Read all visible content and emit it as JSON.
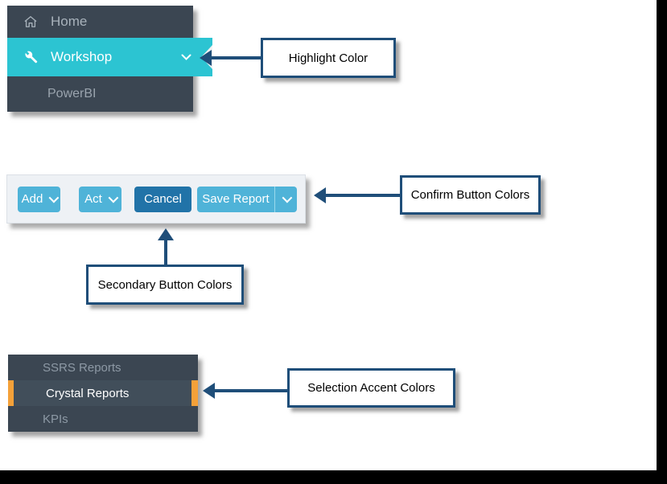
{
  "colors": {
    "sidebar_background": "#3b4652",
    "highlight": "#2cc4d2",
    "secondary_button": "#4fb3d8",
    "confirm_button": "#2173a8",
    "selection_accent": "#f4a139",
    "annotation_navy": "#1f4e79",
    "toolbar_background": "#eef1f5",
    "selected_row_background": "#414e5a"
  },
  "sidebar": {
    "items": [
      {
        "label": "Home",
        "icon": "home-icon"
      },
      {
        "label": "Workshop",
        "icon": "wrench-icon",
        "highlighted": true
      },
      {
        "label": "PowerBI",
        "indented": true
      }
    ]
  },
  "toolbar": {
    "add_label": "Add",
    "act_label": "Act",
    "cancel_label": "Cancel",
    "save_label": "Save Report"
  },
  "report_list": {
    "items": [
      {
        "label": "SSRS Reports"
      },
      {
        "label": "Crystal Reports",
        "selected": true
      },
      {
        "label": "KPIs"
      }
    ]
  },
  "annotations": {
    "highlight_label": "Highlight Color",
    "confirm_label": "Confirm Button Colors",
    "secondary_label": "Secondary Button Colors",
    "selection_label": "Selection Accent Colors"
  }
}
